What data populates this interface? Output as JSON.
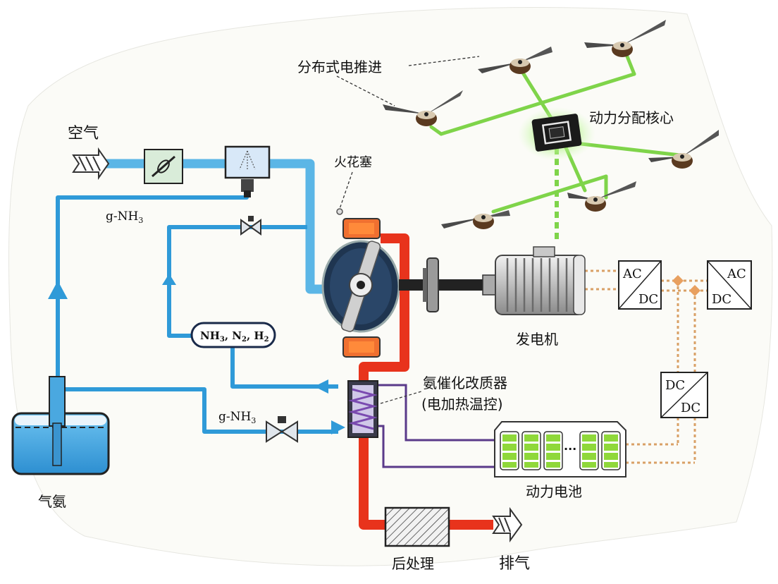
{
  "labels": {
    "air": "空气",
    "propulsion": "分布式电推进",
    "power_core": "动力分配核心",
    "spark_plug": "火花塞",
    "gnh3_top": "g-NH",
    "gnh3_top_sub": "3",
    "gnh3_bottom": "g-NH",
    "gnh3_bottom_sub": "3",
    "gas_mix_a": "NH",
    "gas_mix_a_sub": "3",
    "gas_mix_b": ", N",
    "gas_mix_b_sub": "2",
    "gas_mix_c": ", H",
    "gas_mix_c_sub": "2",
    "generator": "发电机",
    "reformer_line1": "氨催化改质器",
    "reformer_line2": "(电加热温控)",
    "battery": "动力电池",
    "ammonia_tank": "气氨",
    "aftertreatment": "后处理",
    "exhaust": "排气",
    "conv1_top": "AC",
    "conv1_bottom": "DC",
    "conv2_top": "AC",
    "conv2_bottom": "DC",
    "conv3_top": "DC",
    "conv3_bottom": "DC",
    "battery_dots": "···"
  },
  "colors": {
    "air_pipe": "#5bb6e6",
    "ammonia_pipe": "#2f9ad8",
    "exhaust_pipe": "#e8331c",
    "power_line": "#7fd44a",
    "battery_wire": "#5a3a8a",
    "electric_wire": "#d9a066",
    "battery_cell": "#8fd83a"
  }
}
